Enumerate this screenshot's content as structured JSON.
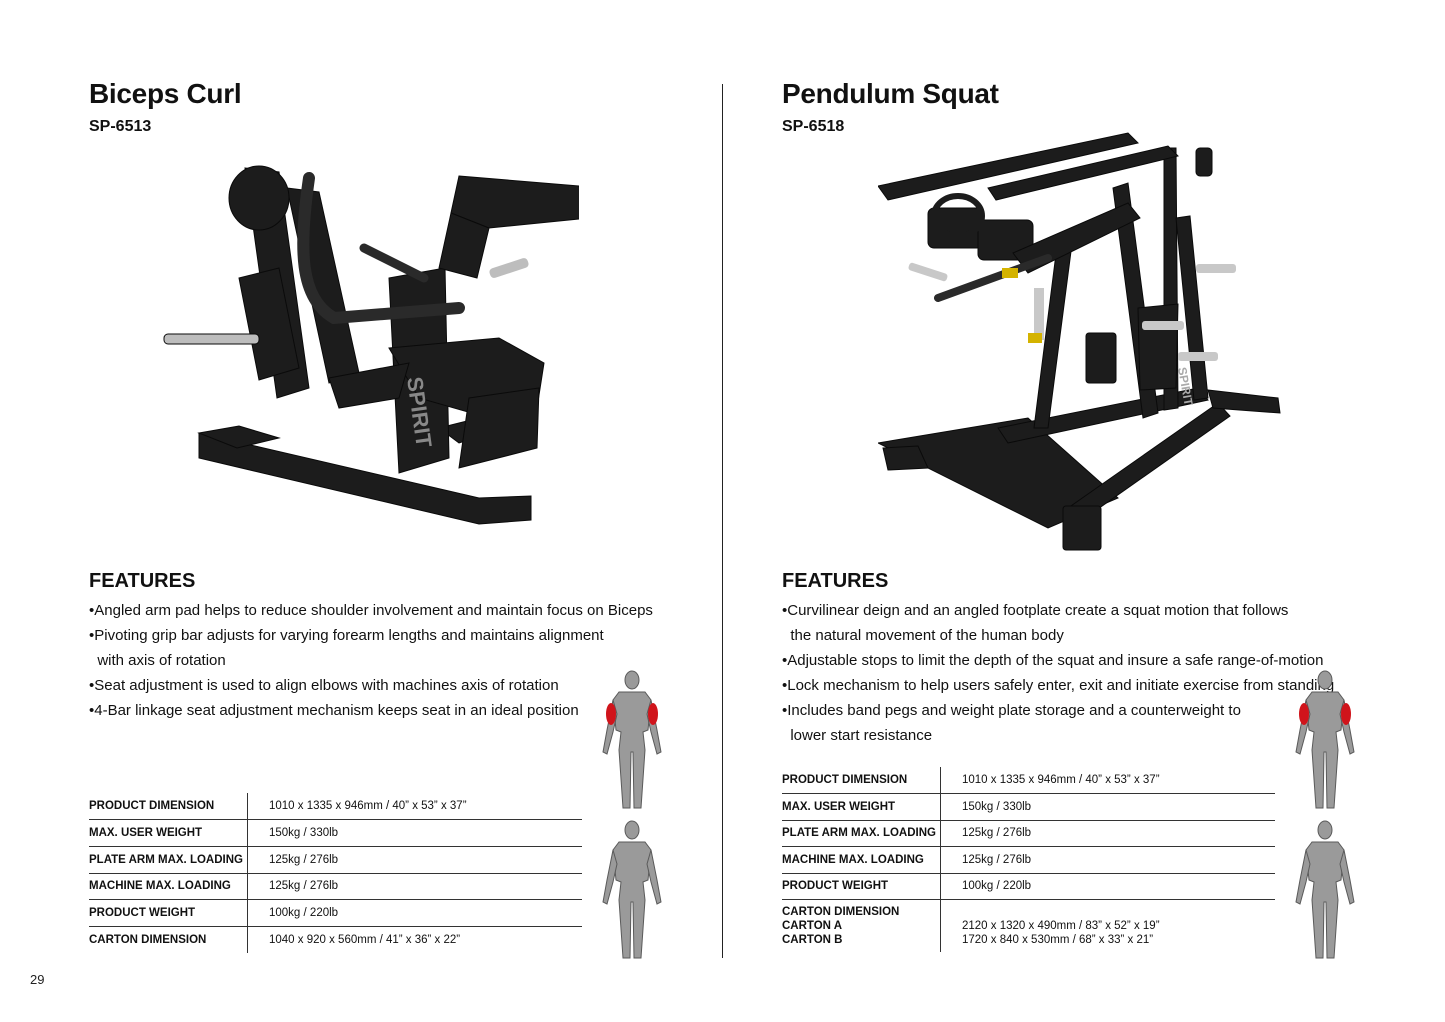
{
  "page": {
    "number": "29"
  },
  "left": {
    "title": "Biceps Curl",
    "model": "SP-6513",
    "features_heading": "FEATURES",
    "features": [
      "•Angled arm pad helps to reduce shoulder involvement and maintain focus on Biceps",
      "•Pivoting grip bar adjusts for varying forearm lengths and maintains alignment",
      "  with axis of rotation",
      "•Seat adjustment is used to align elbows with machines axis of rotation",
      "•4-Bar linkage seat adjustment mechanism keeps seat in an ideal position"
    ],
    "specs": [
      {
        "label": "PRODUCT DIMENSION",
        "value": "1010 x 1335 x 946mm / 40” x 53” x 37”"
      },
      {
        "label": "MAX. USER WEIGHT",
        "value": "150kg / 330lb"
      },
      {
        "label": "PLATE ARM MAX. LOADING",
        "value": "125kg / 276lb"
      },
      {
        "label": "MACHINE MAX. LOADING",
        "value": "125kg / 276lb"
      },
      {
        "label": "PRODUCT WEIGHT",
        "value": "100kg / 220lb"
      },
      {
        "label": "CARTON DIMENSION",
        "value": "1040 x 920 x 560mm / 41” x 36” x 22”"
      }
    ],
    "brand_mark": "SPIRIT"
  },
  "right": {
    "title": "Pendulum Squat",
    "model": "SP-6518",
    "features_heading": "FEATURES",
    "features": [
      "•Curvilinear deign and an angled footplate create a squat motion that follows",
      "  the natural movement of the human body",
      "•Adjustable stops to limit the depth of the squat and insure a safe range-of-motion",
      "•Lock mechanism to help users safely enter, exit and initiate exercise from standing",
      "•Includes band pegs and weight plate storage and a counterweight to",
      "  lower start resistance"
    ],
    "specs": [
      {
        "label": "PRODUCT DIMENSION",
        "value": "1010 x 1335 x 946mm / 40” x 53” x 37”"
      },
      {
        "label": "MAX. USER WEIGHT",
        "value": "150kg / 330lb"
      },
      {
        "label": "PLATE ARM MAX. LOADING",
        "value": "125kg / 276lb"
      },
      {
        "label": "MACHINE MAX. LOADING",
        "value": "125kg / 276lb"
      },
      {
        "label": "PRODUCT WEIGHT",
        "value": "100kg / 220lb"
      }
    ],
    "carton": {
      "labels": [
        "CARTON DIMENSION",
        "CARTON A",
        "CARTON B"
      ],
      "values": [
        "2120 x 1320 x 490mm / 83” x 52” x 19”",
        "1720 x 840 x 530mm / 68” x 33” x 21”"
      ]
    },
    "brand_mark": "SPIRIT"
  },
  "colors": {
    "highlight_muscle": "#d0141b",
    "body_fill": "#9a9a9a",
    "machine": "#1c1c1c"
  }
}
